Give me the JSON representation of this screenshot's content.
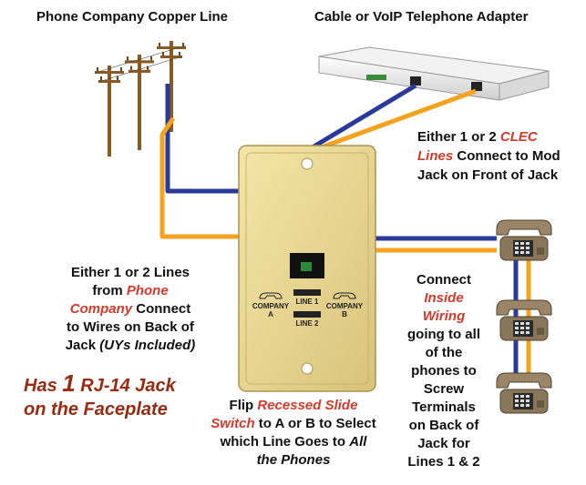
{
  "labels": {
    "copper_line": "Phone Company Copper Line",
    "adapter": "Cable or VoIP Telephone Adapter",
    "clec": {
      "pre": "Either 1 or 2 ",
      "em1": "CLEC",
      "em2": "Lines",
      "post1": " Connect to Mod",
      "line3": "Jack   on Front of Jack"
    },
    "phone_co": {
      "line1": "Either 1 or 2 Lines",
      "line2a": "from ",
      "line2b": "Phone",
      "line3a": "Company",
      "line3b": " Connect",
      "line4": "to Wires on Back of",
      "line5a": "Jack ",
      "line5b": "(UYs Included)"
    },
    "headline": {
      "pre": "Has ",
      "num": "1",
      "post": " RJ-14 Jack",
      "line2": "on the Faceplate"
    },
    "flip": {
      "line1a": "Flip ",
      "line1b": "Recessed Slide",
      "line2a": "Switch",
      "line2b": " to A or B to Select",
      "line3a": "which Line Goes to ",
      "line3b": "All",
      "line4": "the Phones"
    },
    "inside": {
      "l1": "Connect",
      "l2": "Inside",
      "l3": "Wiring",
      "l4": "going to all",
      "l5": "of the",
      "l6": "phones to",
      "l7": "Screw",
      "l8": "Terminals",
      "l9": "on Back of",
      "l10": "Jack  for",
      "l11": "Lines 1 & 2"
    },
    "faceplate": {
      "line1": "LINE 1",
      "line2": "LINE 2",
      "company_a": "COMPANY\nA",
      "company_b": "COMPANY\nB"
    }
  },
  "colors": {
    "blue_wire": "#2a3a9a",
    "orange_wire": "#f5a21f",
    "faceplate": "#e9d78e",
    "pole": "#8b5a23",
    "phone": "#8a7658",
    "red_text": "#d43a2a",
    "headline_text": "#9a2a10"
  }
}
